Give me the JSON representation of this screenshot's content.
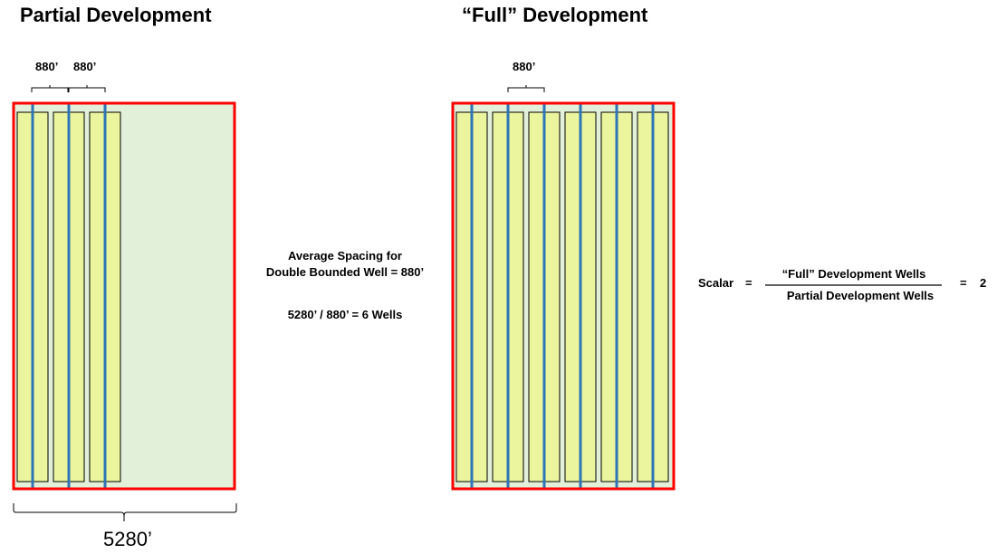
{
  "partial": {
    "title": "Partial Development",
    "dim_a": "880’",
    "dim_b": "880’",
    "width_label": "5280’",
    "well_count": 3
  },
  "full": {
    "title": "“Full” Development",
    "dim": "880’",
    "well_count": 6
  },
  "middle_text": {
    "line1": "Average Spacing for",
    "line2": "Double Bounded Well = 880’",
    "line3": "5280’ / 880’ = 6 Wells"
  },
  "scalar": {
    "label": "Scalar",
    "eq1": "=",
    "numerator": "“Full” Development Wells",
    "denominator": "Partial Development Wells",
    "eq2": "=",
    "result": "2"
  },
  "colors": {
    "boundary": "#ff0000",
    "well_line": "#2e75b6",
    "well_fill": "#eaf59e",
    "tract_fill": "#e2efd9"
  }
}
